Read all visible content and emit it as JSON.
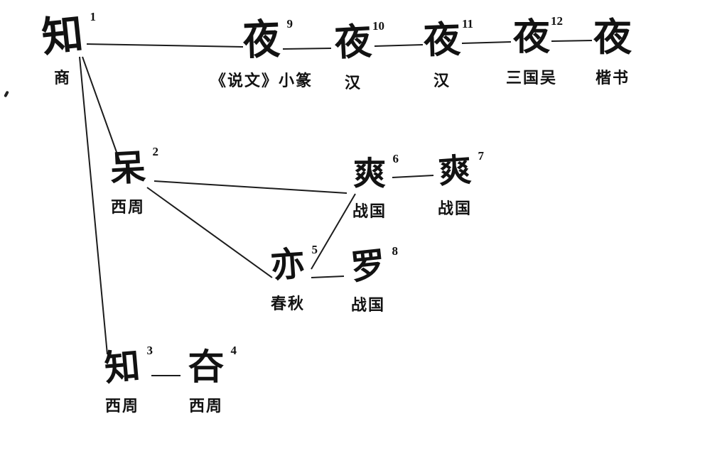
{
  "diagram": {
    "subject": "夜",
    "description": "Evolution of a Chinese character through historical scripts",
    "nodes": [
      {
        "num": "1",
        "glyph": "知",
        "period": "商"
      },
      {
        "num": "2",
        "glyph": "呆",
        "period": "西周"
      },
      {
        "num": "3",
        "glyph": "知",
        "period": "西周"
      },
      {
        "num": "4",
        "glyph": "夻",
        "period": "西周"
      },
      {
        "num": "5",
        "glyph": "亦",
        "period": "春秋"
      },
      {
        "num": "6",
        "glyph": "爽",
        "period": "战国"
      },
      {
        "num": "7",
        "glyph": "爽",
        "period": "战国"
      },
      {
        "num": "8",
        "glyph": "罗",
        "period": "战国"
      },
      {
        "num": "9",
        "glyph": "夜",
        "period": "《说文》小篆"
      },
      {
        "num": "10",
        "glyph": "夜",
        "period": "汉"
      },
      {
        "num": "11",
        "glyph": "夜",
        "period": "汉"
      },
      {
        "num": "12",
        "glyph": "夜",
        "period": "三国吴"
      },
      {
        "num": "",
        "glyph": "夜",
        "period": "楷书"
      }
    ]
  }
}
